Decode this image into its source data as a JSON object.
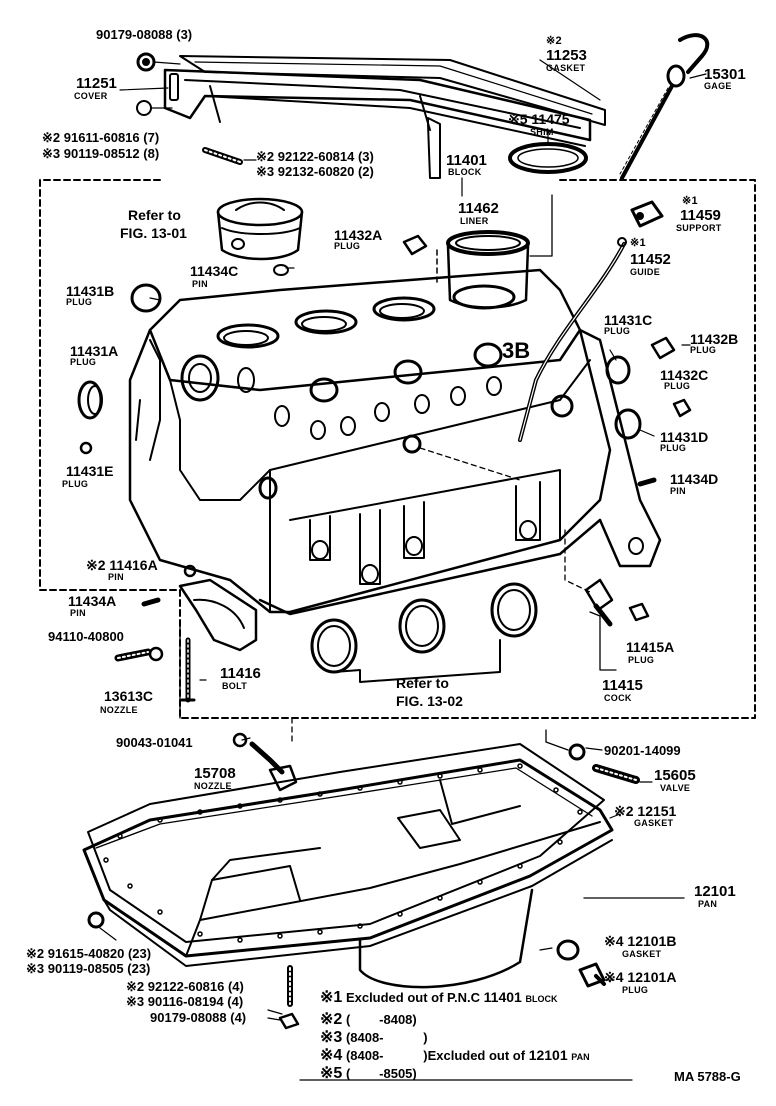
{
  "parts": [
    {
      "id": "p1",
      "text": "90179-08088 (3)"
    },
    {
      "id": "p2",
      "text": "※2"
    },
    {
      "id": "p3",
      "text": "11253"
    },
    {
      "id": "p4",
      "text": "GASKET"
    },
    {
      "id": "p5",
      "text": "15301"
    },
    {
      "id": "p6",
      "text": "GAGE"
    },
    {
      "id": "p7",
      "text": "11251"
    },
    {
      "id": "p8",
      "text": "COVER"
    },
    {
      "id": "p9",
      "text": "※5 11475"
    },
    {
      "id": "p10",
      "text": "SHIM"
    },
    {
      "id": "p11",
      "text": "※2 91611-60816 (7)"
    },
    {
      "id": "p12",
      "text": "※3 90119-08512 (8)"
    },
    {
      "id": "p13",
      "text": "※2 92122-60814 (3)"
    },
    {
      "id": "p14",
      "text": "※3 92132-60820 (2)"
    },
    {
      "id": "p15",
      "text": "11401"
    },
    {
      "id": "p16",
      "text": "BLOCK"
    },
    {
      "id": "p17",
      "text": "Refer to"
    },
    {
      "id": "p18",
      "text": "FIG. 13-01"
    },
    {
      "id": "p19",
      "text": "11462"
    },
    {
      "id": "p20",
      "text": "LINER"
    },
    {
      "id": "p21",
      "text": "※1"
    },
    {
      "id": "p22",
      "text": "11459"
    },
    {
      "id": "p23",
      "text": "SUPPORT"
    },
    {
      "id": "p24",
      "text": "11432A"
    },
    {
      "id": "p25",
      "text": "PLUG"
    },
    {
      "id": "p26",
      "text": "※1"
    },
    {
      "id": "p27",
      "text": "11452"
    },
    {
      "id": "p28",
      "text": "GUIDE"
    },
    {
      "id": "p29",
      "text": "11434C"
    },
    {
      "id": "p30",
      "text": "PIN"
    },
    {
      "id": "p31",
      "text": "11431B"
    },
    {
      "id": "p32",
      "text": "PLUG"
    },
    {
      "id": "p33",
      "text": "11431C"
    },
    {
      "id": "p34",
      "text": "PLUG"
    },
    {
      "id": "p35",
      "text": "11432B"
    },
    {
      "id": "p36",
      "text": "PLUG"
    },
    {
      "id": "p37",
      "text": "11431A"
    },
    {
      "id": "p38",
      "text": "PLUG"
    },
    {
      "id": "p39",
      "text": "11432C"
    },
    {
      "id": "p40",
      "text": "PLUG"
    },
    {
      "id": "p41",
      "text": "11431D"
    },
    {
      "id": "p42",
      "text": "PLUG"
    },
    {
      "id": "p43",
      "text": "11431E"
    },
    {
      "id": "p44",
      "text": "PLUG"
    },
    {
      "id": "p45",
      "text": "11434D"
    },
    {
      "id": "p46",
      "text": "PIN"
    },
    {
      "id": "p47",
      "text": "※2 11416A"
    },
    {
      "id": "p48",
      "text": "PIN"
    },
    {
      "id": "p49",
      "text": "11434A"
    },
    {
      "id": "p50",
      "text": "PIN"
    },
    {
      "id": "p51",
      "text": "94110-40800"
    },
    {
      "id": "p52",
      "text": "11416"
    },
    {
      "id": "p53",
      "text": "BOLT"
    },
    {
      "id": "p54",
      "text": "13613C"
    },
    {
      "id": "p55",
      "text": "NOZZLE"
    },
    {
      "id": "p56",
      "text": "11415A"
    },
    {
      "id": "p57",
      "text": "PLUG"
    },
    {
      "id": "p58",
      "text": "11415"
    },
    {
      "id": "p59",
      "text": "COCK"
    },
    {
      "id": "p60",
      "text": "Refer to"
    },
    {
      "id": "p61",
      "text": "FIG. 13-02"
    },
    {
      "id": "p62",
      "text": "90043-01041"
    },
    {
      "id": "p63",
      "text": "90201-14099"
    },
    {
      "id": "p64",
      "text": "15708"
    },
    {
      "id": "p65",
      "text": "NOZZLE"
    },
    {
      "id": "p66",
      "text": "15605"
    },
    {
      "id": "p67",
      "text": "VALVE"
    },
    {
      "id": "p68",
      "text": "※2 12151"
    },
    {
      "id": "p69",
      "text": "GASKET"
    },
    {
      "id": "p70",
      "text": "12101"
    },
    {
      "id": "p71",
      "text": "PAN"
    },
    {
      "id": "p72",
      "text": "※2 91615-40820 (23)"
    },
    {
      "id": "p73",
      "text": "※3 90119-08505 (23)"
    },
    {
      "id": "p74",
      "text": "※4 12101B"
    },
    {
      "id": "p75",
      "text": "GASKET"
    },
    {
      "id": "p76",
      "text": "※2 92122-60816 (4)"
    },
    {
      "id": "p77",
      "text": "※3 90116-08194 (4)"
    },
    {
      "id": "p78",
      "text": "90179-08088 (4)"
    },
    {
      "id": "p79",
      "text": "※4 12101A"
    },
    {
      "id": "p80",
      "text": "PLUG"
    },
    {
      "id": "p81",
      "text": "3B"
    },
    {
      "id": "p82",
      "text": "MA 5788-G"
    }
  ],
  "notes": [
    {
      "id": "n1",
      "mark": "※1",
      "text": "Excluded out of P.N.C",
      "pnc": "11401",
      "sub": "BLOCK"
    },
    {
      "id": "n2",
      "mark": "※2",
      "text": "(        -8408)"
    },
    {
      "id": "n3",
      "mark": "※3",
      "text": "(8408-           )"
    },
    {
      "id": "n4",
      "mark": "※4",
      "text": "(8408-           )Excluded out of",
      "pnc": "12101",
      "sub": "PAN"
    },
    {
      "id": "n5",
      "mark": "※5",
      "text": "(        -8505)"
    }
  ]
}
